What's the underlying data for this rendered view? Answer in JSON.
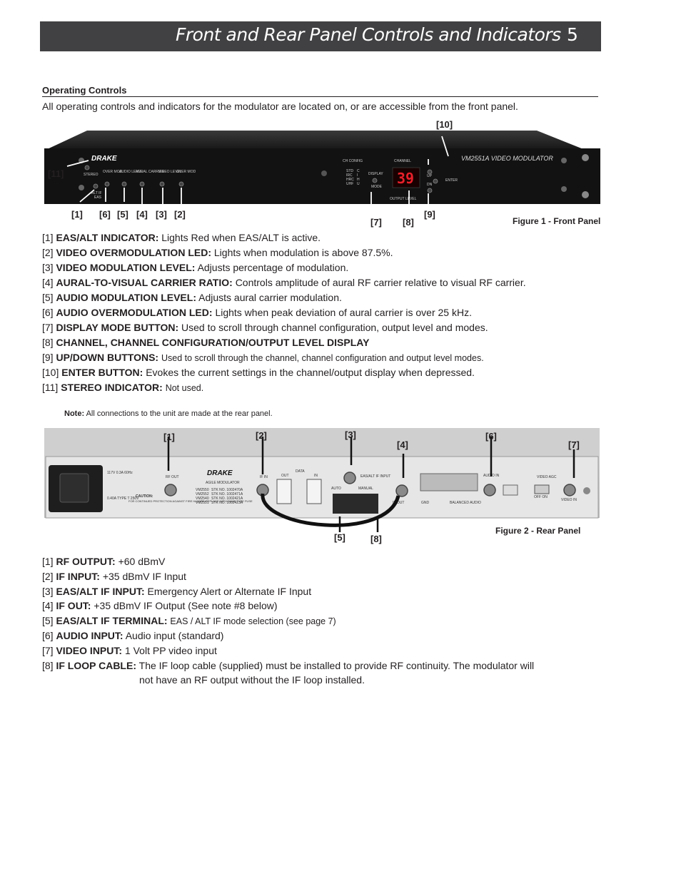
{
  "header": {
    "title": "Front and Rear Panel Controls and Indicators",
    "page_number": "5"
  },
  "section": {
    "heading": "Operating Controls",
    "intro": "All operating controls and indicators for the modulator are located on, or are accessible from the front panel."
  },
  "front_panel": {
    "brand": "DRAKE",
    "model": "VM2551A VIDEO MODULATOR",
    "display_value": "39",
    "labels": {
      "stereo": "STEREO",
      "alt_if": "ALT IF",
      "eas": "EAS",
      "over_mod": "OVER MOD",
      "audio_level": "AUDIO LEVEL",
      "aural_carrier": "AURAL CARRIER",
      "video_level": "VIDEO LEVEL",
      "over_mod2": "OVER MOD",
      "ch_config": "CH CONFIG",
      "channel": "CHANNEL",
      "display": "DISPLAY",
      "mode": "MODE",
      "output_level": "OUTPUT LEVEL",
      "up": "UP",
      "dn": "DN",
      "enter": "ENTER",
      "std": "STD",
      "irc": "IRC",
      "hrc": "HRC",
      "uhf": "UHF",
      "c": "C",
      "i": "I",
      "h": "H",
      "u": "U"
    },
    "callouts": [
      "[10]",
      "[11]",
      "[1]",
      "[6]",
      "[5]",
      "[4]",
      "[3]",
      "[2]",
      "[7]",
      "[8]",
      "[9]"
    ],
    "caption": "Figure 1 - Front Panel"
  },
  "front_items": [
    {
      "num": "[1]",
      "label": "EAS/ALT INDICATOR:",
      "text": "Lights Red when EAS/ALT is active."
    },
    {
      "num": "[2]",
      "label": "VIDEO OVERMODULATION LED:",
      "text": "Lights when modulation is above 87.5%."
    },
    {
      "num": "[3]",
      "label": "VIDEO MODULATION LEVEL:",
      "text": "Adjusts percentage of modulation."
    },
    {
      "num": "[4]",
      "label": "AURAL-TO-VISUAL CARRIER RATIO:",
      "text": "Controls amplitude of aural RF carrier relative to visual RF carrier."
    },
    {
      "num": "[5]",
      "label": "AUDIO MODULATION LEVEL:",
      "text": "Adjusts aural carrier modulation."
    },
    {
      "num": "[6]",
      "label": "AUDIO OVERMODULATION LED:",
      "text": "Lights when peak deviation of aural carrier is over 25 kHz."
    },
    {
      "num": "[7]",
      "label": "DISPLAY MODE BUTTON:",
      "text": "Used to scroll through channel configuration, output level and modes."
    },
    {
      "num": "[8]",
      "label": "CHANNEL, CHANNEL CONFIGURATION/OUTPUT LEVEL DISPLAY",
      "text": ""
    },
    {
      "num": "[9]",
      "label": "UP/DOWN BUTTONS:",
      "text": "Used to scroll through the channel, channel configuration and output level modes."
    },
    {
      "num": "[10]",
      "label": "ENTER BUTTON:",
      "text": "Evokes the current settings in the channel/output display when depressed."
    },
    {
      "num": "[11]",
      "label": "STEREO INDICATOR:",
      "text": "Not used."
    }
  ],
  "note": {
    "label": "Note:",
    "text": "All connections to the unit are made at the rear panel."
  },
  "rear_panel": {
    "brand": "DRAKE",
    "subtitle": "AGILE MODULATOR",
    "power_text": "117V 0.3A 60Hz",
    "fuse_text": "0.40A TYPE T 250V",
    "caution_title": "CAUTION:",
    "caution_text": "FOR CONTINUED PROTECTION AGAINST FIRE HAZARD REPLACE WITH SAME TYPE FUSE",
    "models": [
      {
        "model": "VM2550",
        "stock": "STK NO. 1002470A"
      },
      {
        "model": "VM2552",
        "stock": "STK NO. 1002471A"
      },
      {
        "model": "VM2540",
        "stock": "STK NO. 1002421A"
      },
      {
        "model": "VM2551",
        "stock": "STK NO. 1002423A"
      }
    ],
    "labels": {
      "rf_out": "RF OUT",
      "if_in": "IF IN",
      "out": "OUT",
      "data": "DATA",
      "in": "IN",
      "eas_alt": "EAS/ALT IF INPUT",
      "auto": "AUTO",
      "manual": "MANUAL",
      "if_out": "IF OUT",
      "gnd": "GND",
      "balanced_audio": "BALANCED AUDIO",
      "audio_in": "AUDIO IN",
      "video_agc": "VIDEO AGC",
      "off_on": "OFF  ON",
      "video_in": "VIDEO IN"
    },
    "callouts": [
      "[1]",
      "[2]",
      "[3]",
      "[4]",
      "[6]",
      "[7]",
      "[5]",
      "[8]"
    ],
    "caption": "Figure 2 - Rear Panel"
  },
  "rear_items": [
    {
      "num": "[1]",
      "label": "RF OUTPUT:",
      "text": "+60 dBmV"
    },
    {
      "num": "[2]",
      "label": "IF INPUT:",
      "text": "+35 dBmV IF Input"
    },
    {
      "num": "[3]",
      "label": "EAS/ALT IF INPUT:",
      "text": "Emergency Alert or Alternate IF Input"
    },
    {
      "num": "[4]",
      "label": "IF OUT:",
      "text": "+35 dBmV IF Output (See note #8 below)"
    },
    {
      "num": "[5]",
      "label": "EAS/ALT IF TERMINAL:",
      "text": "EAS / ALT IF mode selection (see page 7)"
    },
    {
      "num": "[6]",
      "label": "AUDIO INPUT:",
      "text": "Audio input (standard)"
    },
    {
      "num": "[7]",
      "label": "VIDEO INPUT:",
      "text": "1 Volt PP video input"
    },
    {
      "num": "[8]",
      "label": "IF LOOP CABLE:",
      "text": "The IF loop cable (supplied) must be installed to provide RF continuity.  The modulator will",
      "text2": "not have an RF output without the IF loop installed."
    }
  ]
}
